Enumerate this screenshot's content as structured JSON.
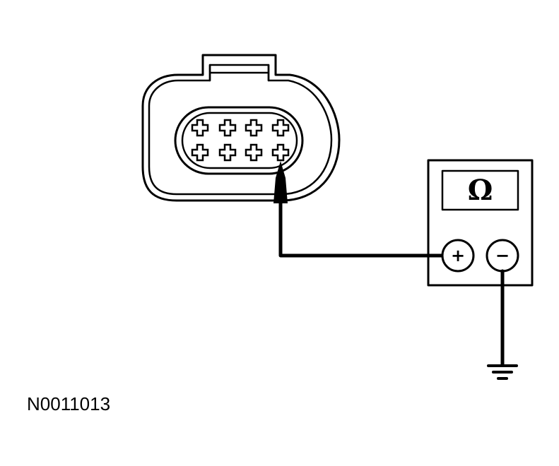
{
  "diagram": {
    "meter": {
      "display_symbol": "Ω",
      "positive_terminal": "+",
      "negative_terminal": "−"
    },
    "connector": {
      "pin_rows": 2,
      "pins_per_row": 4
    },
    "reference_code": "N0011013"
  }
}
